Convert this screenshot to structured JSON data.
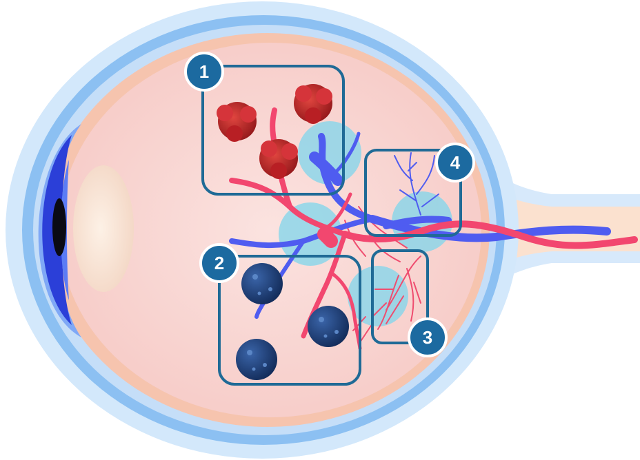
{
  "callouts": [
    {
      "number": "1",
      "content": "hemorrhages"
    },
    {
      "number": "2",
      "content": "dark-spots"
    },
    {
      "number": "3",
      "content": "fine-red-vessels"
    },
    {
      "number": "4",
      "content": "fine-blue-vessels"
    }
  ],
  "colors": {
    "outer_layer": "#cfe6fb",
    "sclera_blue": "#7fb5f0",
    "choroid_orange": "#f7c9b4",
    "retina_pink": "#f9dada",
    "cornea_blue": "#2f4de0",
    "artery_red": "#f2476f",
    "vein_blue": "#4f5cf0",
    "box_stroke": "#1f6a96",
    "badge_fill": "#1c6aa0",
    "highlight_cyan": "#7fd6ec",
    "hemorrhage": "#c0262b",
    "dark_spot": "#1d3f78"
  }
}
